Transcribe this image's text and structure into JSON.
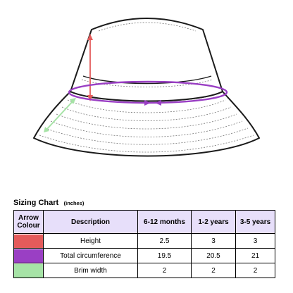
{
  "sizing_chart": {
    "title": "Sizing Chart",
    "unit_note": "(inches)",
    "header_arrow_line1": "Arrow",
    "header_arrow_line2": "Colour",
    "headers": [
      "Description",
      "6-12 months",
      "1-2 years",
      "3-5 years"
    ],
    "rows": [
      {
        "color": "#e45b5b",
        "description": "Height",
        "values": [
          "2.5",
          "3",
          "3"
        ]
      },
      {
        "color": "#9a3fc4",
        "description": "Total circumference",
        "values": [
          "19.5",
          "20.5",
          "21"
        ]
      },
      {
        "color": "#a6e3a6",
        "description": "Brim width",
        "values": [
          "2",
          "2",
          "2"
        ]
      }
    ]
  },
  "colors": {
    "header_bg": "#e7dffa",
    "height_arrow": "#e45b5b",
    "circumference_arrow": "#9a3fc4",
    "brim_arrow": "#a6e3a6"
  }
}
